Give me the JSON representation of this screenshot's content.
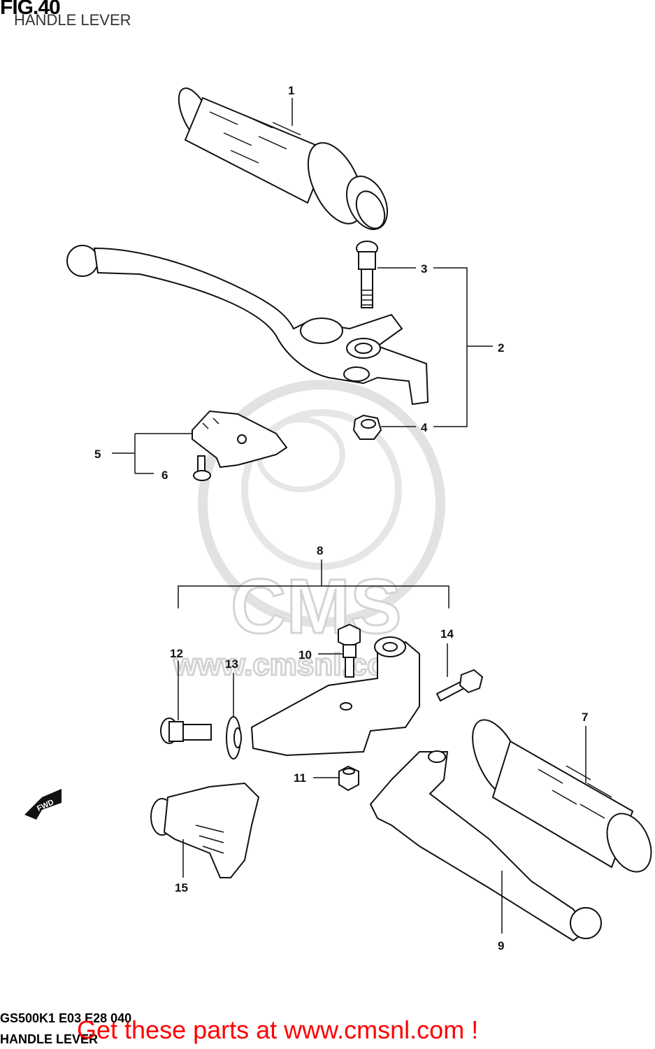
{
  "header": {
    "fig_label": "FIG.40",
    "subtitle": "HANDLE LEVER"
  },
  "watermark": {
    "brand": "CMS",
    "site": "www.cmsnl.com"
  },
  "direction_marker": {
    "label": "FWD"
  },
  "callouts": [
    {
      "id": "1",
      "label": "1"
    },
    {
      "id": "2",
      "label": "2"
    },
    {
      "id": "3",
      "label": "3"
    },
    {
      "id": "4",
      "label": "4"
    },
    {
      "id": "5",
      "label": "5"
    },
    {
      "id": "6",
      "label": "6"
    },
    {
      "id": "7",
      "label": "7"
    },
    {
      "id": "8",
      "label": "8"
    },
    {
      "id": "9",
      "label": "9"
    },
    {
      "id": "10",
      "label": "10"
    },
    {
      "id": "11",
      "label": "11"
    },
    {
      "id": "12",
      "label": "12"
    },
    {
      "id": "13",
      "label": "13"
    },
    {
      "id": "14",
      "label": "14"
    },
    {
      "id": "15",
      "label": "15"
    }
  ],
  "footer": {
    "code": "GS500K1 E03 E28 040",
    "caption": "HANDLE LEVER",
    "promo": "Get these parts at www.cmsnl.com !"
  }
}
